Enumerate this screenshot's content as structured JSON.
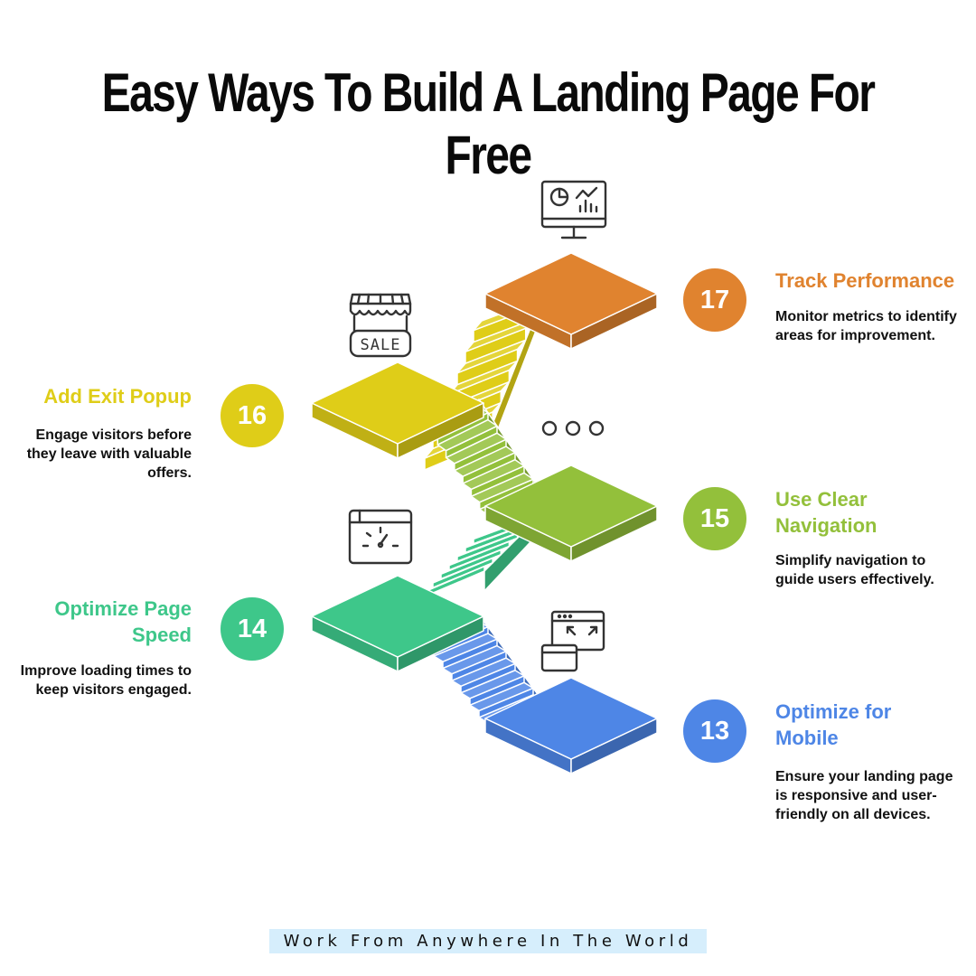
{
  "title": "Easy Ways To Build A Landing Page For Free",
  "footer": "Work From Anywhere In The World",
  "colors": {
    "orange": "#e0832f",
    "yellow": "#dfcd18",
    "lightgreen": "#93c03b",
    "green": "#3ec78a",
    "blue": "#4e86e6"
  },
  "steps": [
    {
      "number": "17",
      "title": "Track Performance",
      "description": "Monitor metrics to identify areas for improvement.",
      "icon": "analytics-monitor-icon"
    },
    {
      "number": "16",
      "title": "Add Exit Popup",
      "description": "Engage visitors before they leave with valuable offers.",
      "icon": "shop-sale-icon"
    },
    {
      "number": "15",
      "title": "Use Clear Navigation",
      "description": "Simplify navigation to guide users effectively.",
      "icon": "more-dots-icon"
    },
    {
      "number": "14",
      "title": "Optimize Page Speed",
      "description": "Improve loading times to keep visitors engaged.",
      "icon": "speed-gauge-icon"
    },
    {
      "number": "13",
      "title": "Optimize for Mobile",
      "description": "Ensure your landing page is responsive and user-friendly on all devices.",
      "icon": "responsive-window-icon"
    }
  ]
}
